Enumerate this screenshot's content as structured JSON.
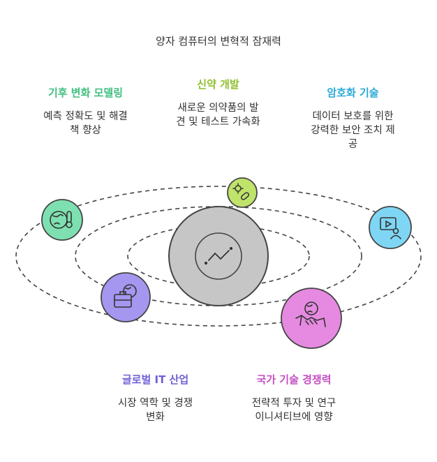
{
  "title": "양자 컴퓨터의 변혁적 잠재력",
  "items": [
    {
      "key": "climate",
      "heading": "기후 변화 모델링",
      "desc_lines": [
        "예측 정확도 및 해결",
        "책 향상"
      ],
      "color": "#3fbf7f",
      "icon": "globe-thermometer-icon"
    },
    {
      "key": "drug",
      "heading": "신약 개발",
      "desc_lines": [
        "새로운 의약품의 발",
        "견 및 테스트 가속화"
      ],
      "color": "#8fbf2f",
      "icon": "virus-pill-icon"
    },
    {
      "key": "crypto",
      "heading": "암호화 기술",
      "desc_lines": [
        "데이터 보호를 위한",
        "강력한 보안 조치 제",
        "공"
      ],
      "color": "#29a9d6",
      "icon": "secure-video-user-icon"
    },
    {
      "key": "global",
      "heading": "글로벌 IT 산업",
      "desc_lines": [
        "시장 역학 및 경쟁",
        "변화"
      ],
      "color": "#6f5fd6",
      "icon": "briefcase-globe-icon"
    },
    {
      "key": "national",
      "heading": "국가 기술 경쟁력",
      "desc_lines": [
        "전략적 투자 및 연구",
        "이니셔티브에 영향"
      ],
      "color": "#c44fc4",
      "icon": "handshake-globe-icon"
    }
  ],
  "center_icon": "trend-line-icon"
}
